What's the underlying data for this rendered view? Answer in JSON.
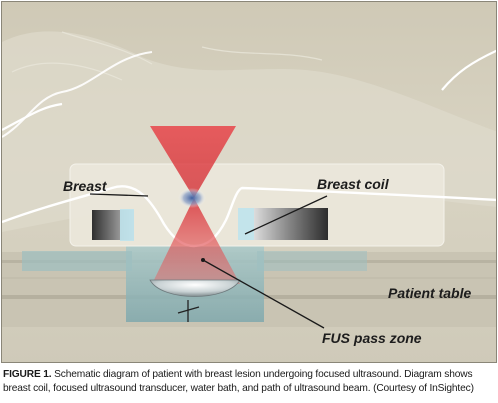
{
  "figure": {
    "labels": {
      "breast": "Breast",
      "breast_coil": "Breast coil",
      "patient_table": "Patient table",
      "fus_pass_zone": "FUS pass zone"
    }
  },
  "caption": {
    "figure_id": "FIGURE 1.",
    "text": "Schematic diagram of patient with breast lesion undergoing focused ultrasound. Diagram shows breast coil, focused ultrasound transducer, water bath, and path of ultrasound beam. (Courtesy of InSightec)"
  },
  "colors": {
    "background": "#d8d3c2",
    "beam": "#e0363a",
    "coil_housing": "#ece8dc",
    "water_bath": "#8fb7bb",
    "outline": "#ffffff",
    "leader_line": "#1a1a1a"
  }
}
